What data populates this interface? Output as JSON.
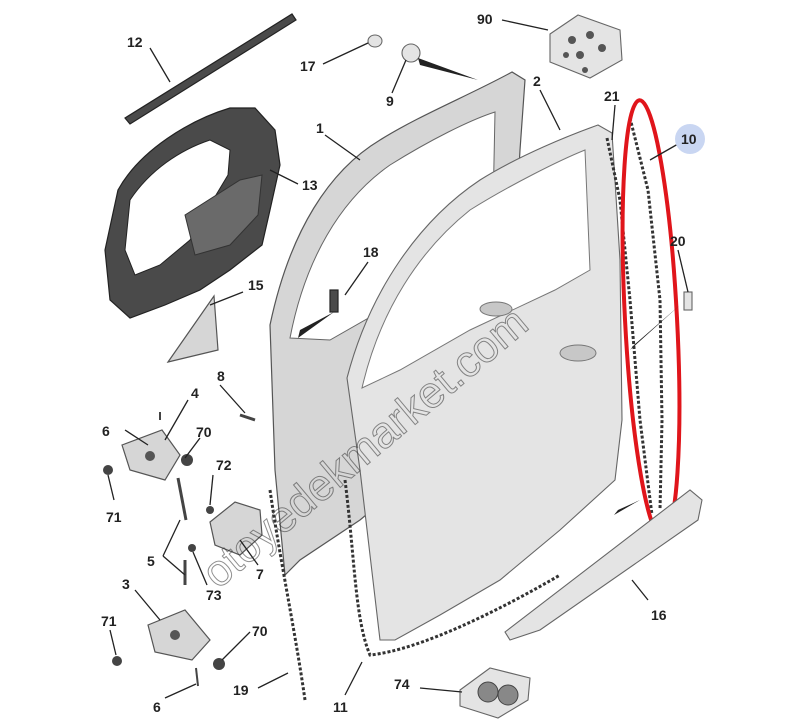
{
  "labels": {
    "p1": "1",
    "p2": "2",
    "p3": "3",
    "p4": "4",
    "p5": "5",
    "p6a": "6",
    "p6b": "6",
    "p7": "7",
    "p8": "8",
    "p9": "9",
    "p10": "10",
    "p11": "11",
    "p12": "12",
    "p13": "13",
    "p15": "15",
    "p16": "16",
    "p17": "17",
    "p18": "18",
    "p19": "19",
    "p20": "20",
    "p21": "21",
    "p70a": "70",
    "p70b": "70",
    "p71a": "71",
    "p71b": "71",
    "p72": "72",
    "p73": "73",
    "p74": "74",
    "p90": "90"
  },
  "watermark": "otoyedekmarket.com",
  "colors": {
    "highlight": "#e0151b",
    "callout_bubble": "#c9d6f2"
  }
}
